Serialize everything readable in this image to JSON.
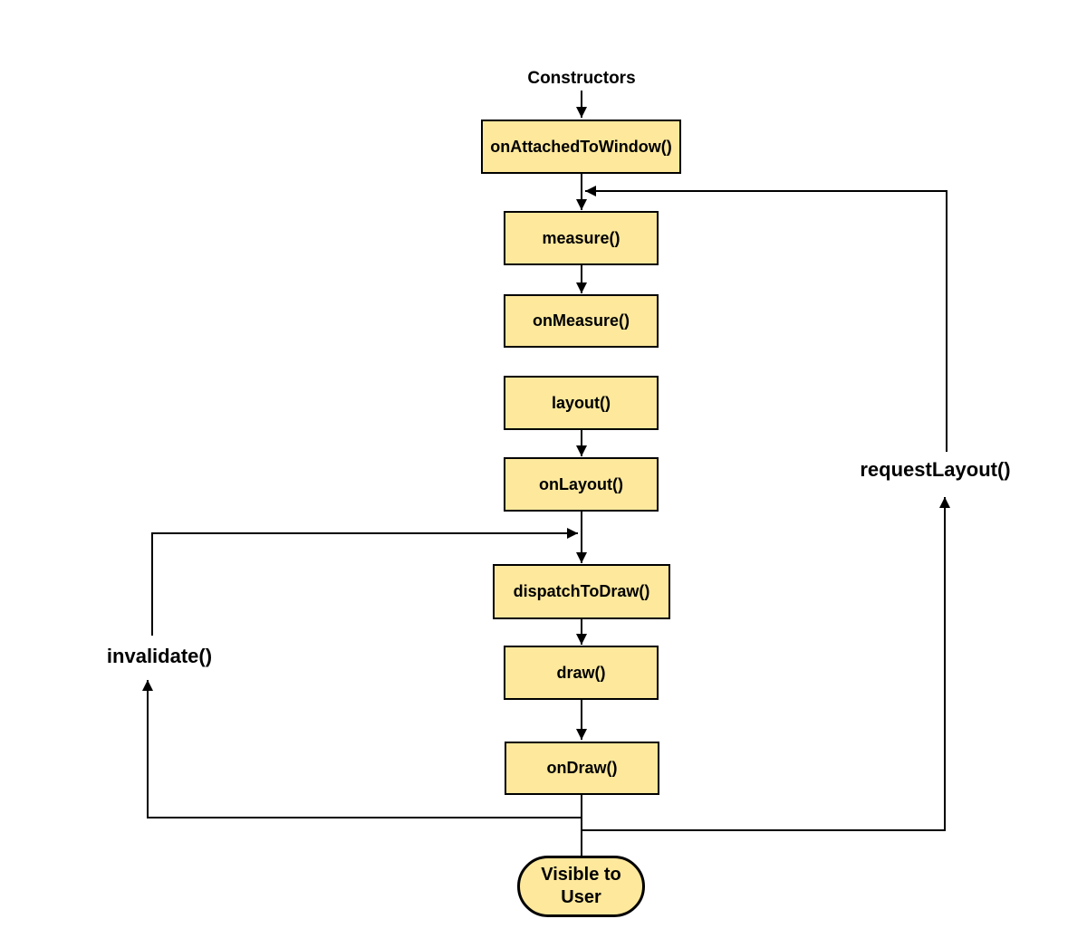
{
  "diagram": {
    "title": "Constructors",
    "nodes": {
      "onAttachedToWindow": "onAttachedToWindow()",
      "measure": "measure()",
      "onMeasure": "onMeasure()",
      "layout": "layout()",
      "onLayout": "onLayout()",
      "dispatchToDraw": "dispatchToDraw()",
      "draw": "draw()",
      "onDraw": "onDraw()",
      "visibleToUser": "Visible to User"
    },
    "edge_labels": {
      "invalidate": "invalidate()",
      "request_layout": "requestLayout()"
    },
    "colors": {
      "node_fill": "#FDE89C",
      "node_border": "#000000",
      "connector": "#000000",
      "background": "#FFFFFF"
    }
  }
}
